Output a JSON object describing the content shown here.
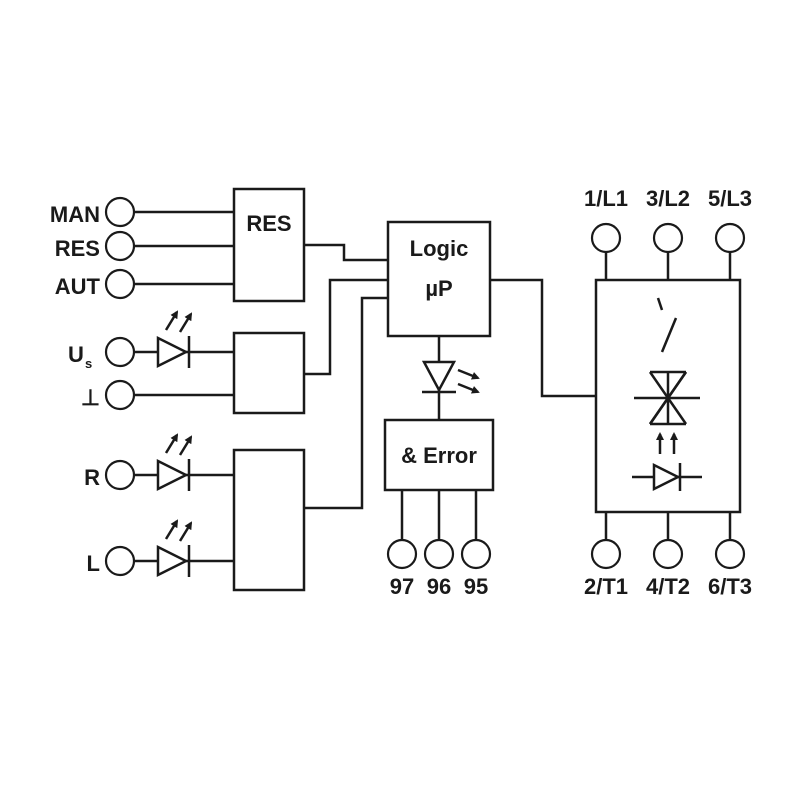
{
  "inputs": {
    "man": "MAN",
    "res": "RES",
    "aut": "AUT",
    "us_main": "U",
    "us_sub": "s",
    "ground": "⊥",
    "r": "R",
    "l": "L"
  },
  "blocks": {
    "res": "RES",
    "logic_line1": "Logic",
    "logic_line2": "µP",
    "error": "& Error"
  },
  "error_terminals": [
    "97",
    "96",
    "95"
  ],
  "line_terminals": [
    "1/L1",
    "3/L2",
    "5/L3"
  ],
  "load_terminals": [
    "2/T1",
    "4/T2",
    "6/T3"
  ]
}
